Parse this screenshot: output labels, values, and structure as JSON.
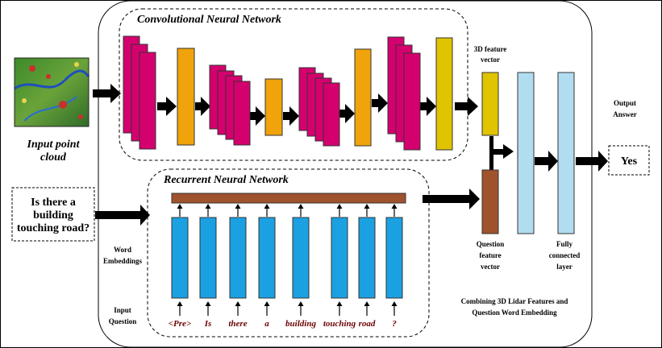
{
  "input_point_cloud": {
    "label_line1": "Input point",
    "label_line2": "cloud"
  },
  "question_box": {
    "line1": "Is there a",
    "line2": "building",
    "line3": "touching road?"
  },
  "cnn": {
    "title": "Convolutional Neural Network"
  },
  "rnn": {
    "title": "Recurrent Neural Network"
  },
  "feature_3d": {
    "line1": "3D feature",
    "line2": "vector"
  },
  "question_feature": {
    "line1": "Question",
    "line2": "feature",
    "line3": "vector"
  },
  "fully_connected": {
    "line1": "Fully",
    "line2": "connected",
    "line3": "layer"
  },
  "output": {
    "label_line1": "Output",
    "label_line2": "Answer",
    "answer": "Yes"
  },
  "word_embeddings": {
    "line1": "Word",
    "line2": "Embeddings"
  },
  "input_question": {
    "line1": "Input",
    "line2": "Question"
  },
  "combining": {
    "line1": "Combining 3D Lidar Features and",
    "line2": "Question Word Embedding"
  },
  "tokens": [
    "<Pre>",
    "Is",
    "there",
    "a",
    "building",
    "touching",
    "road",
    "?"
  ],
  "colors": {
    "conv": "#d4006e",
    "pool": "#f0a30a",
    "feature": "#e0c400",
    "embedding": "#1ba1e2",
    "rnn_bar": "#a0522d",
    "fc": "#b1ddf0",
    "token_text": "#6b0000"
  }
}
